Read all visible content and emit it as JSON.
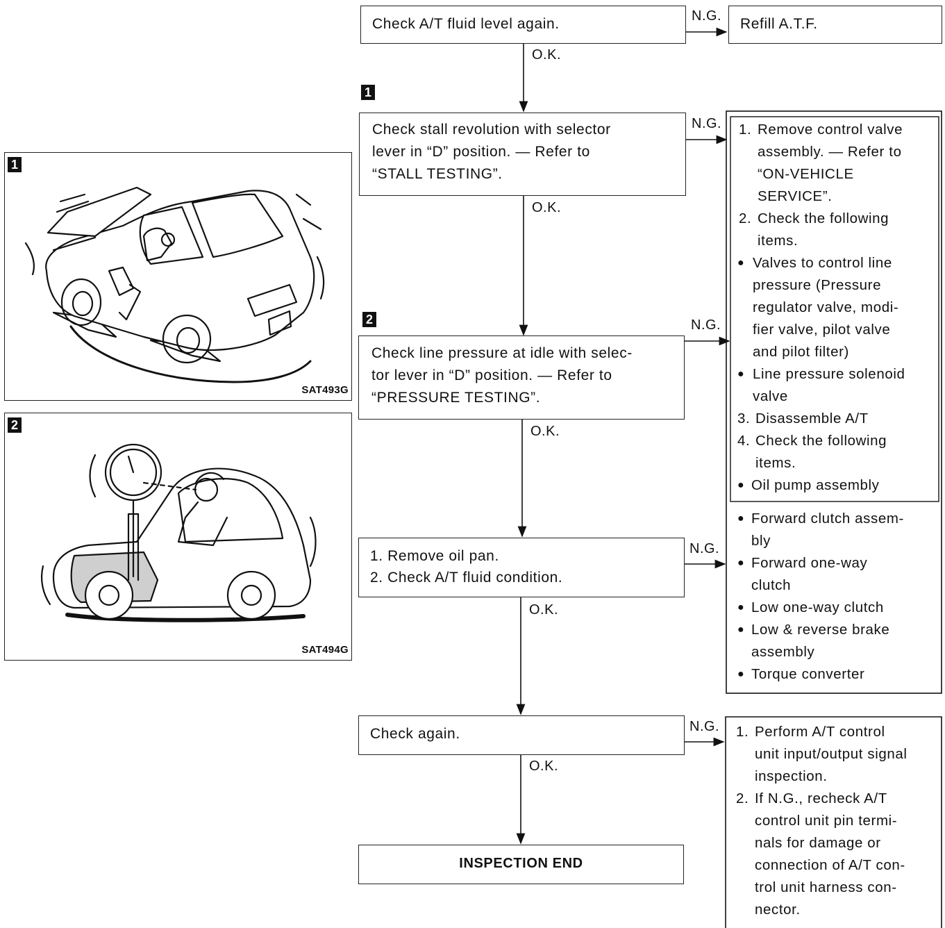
{
  "flow": {
    "step1": "Check A/T fluid level again.",
    "step1_ng_result": "Refill A.T.F.",
    "step2_lines": [
      "Check stall revolution with selector",
      "lever in “D” position. — Refer to",
      "“STALL TESTING”."
    ],
    "step3_lines": [
      "Check line pressure at idle with selec-",
      "tor lever in “D” position. — Refer to",
      "“PRESSURE TESTING”."
    ],
    "step4_lines": [
      "1. Remove oil pan.",
      "2. Check A/T fluid condition."
    ],
    "step5": "Check again.",
    "end": "INSPECTION END",
    "ok_label": "O.K.",
    "ng_label": "N.G."
  },
  "markers": {
    "one": "1",
    "two": "2"
  },
  "remedy_list": [
    {
      "num": "1.",
      "text": "Remove control valve"
    },
    {
      "num": "",
      "text": "assembly. — Refer to"
    },
    {
      "num": "",
      "text": "“ON-VEHICLE"
    },
    {
      "num": "",
      "text": "SERVICE”."
    },
    {
      "num": "2.",
      "text": "Check the following"
    },
    {
      "num": "",
      "text": "items."
    },
    {
      "num": "●",
      "text": "Valves to control line"
    },
    {
      "num": "",
      "text": "pressure (Pressure"
    },
    {
      "num": "",
      "text": "regulator valve, modi-"
    },
    {
      "num": "",
      "text": "fier valve, pilot valve"
    },
    {
      "num": "",
      "text": "and pilot filter)"
    },
    {
      "num": "●",
      "text": "Line pressure solenoid"
    },
    {
      "num": "",
      "text": "valve"
    },
    {
      "num": "3.",
      "text": "Disassemble A/T"
    },
    {
      "num": "4.",
      "text": "Check the following"
    },
    {
      "num": "",
      "text": "items."
    },
    {
      "num": "●",
      "text": "Oil pump assembly"
    },
    {
      "num": "●",
      "text": "Forward clutch assem-"
    },
    {
      "num": "",
      "text": "bly"
    },
    {
      "num": "●",
      "text": "Forward one-way"
    },
    {
      "num": "",
      "text": "clutch"
    },
    {
      "num": "●",
      "text": "Low one-way clutch"
    },
    {
      "num": "●",
      "text": "Low & reverse brake"
    },
    {
      "num": "",
      "text": "assembly"
    },
    {
      "num": "●",
      "text": "Torque converter"
    }
  ],
  "final_list": [
    {
      "num": "1.",
      "text": "Perform A/T control"
    },
    {
      "num": "",
      "text": "unit input/output signal"
    },
    {
      "num": "",
      "text": "inspection."
    },
    {
      "num": "2.",
      "text": "If N.G., recheck A/T"
    },
    {
      "num": "",
      "text": "control unit pin termi-"
    },
    {
      "num": "",
      "text": "nals for damage or"
    },
    {
      "num": "",
      "text": "connection of A/T con-"
    },
    {
      "num": "",
      "text": "trol unit harness con-"
    },
    {
      "num": "",
      "text": "nector."
    }
  ],
  "figures": {
    "fig1_caption": "SAT493G",
    "fig2_caption": "SAT494G"
  }
}
